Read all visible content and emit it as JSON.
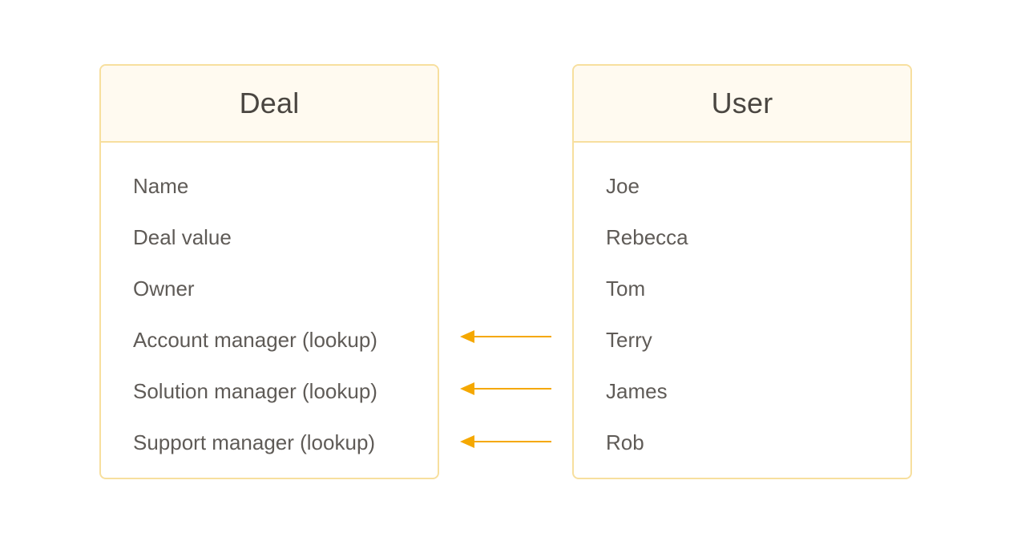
{
  "deal_table": {
    "title": "Deal",
    "fields": [
      "Name",
      "Deal value",
      "Owner",
      "Account manager (lookup)",
      "Solution manager (lookup)",
      "Support manager (lookup)"
    ]
  },
  "user_table": {
    "title": "User",
    "records": [
      "Joe",
      "Rebecca",
      "Tom",
      "Terry",
      "James",
      "Rob"
    ]
  },
  "relations": [
    {
      "from": "Terry",
      "to": "Account manager (lookup)"
    },
    {
      "from": "James",
      "to": "Solution manager (lookup)"
    },
    {
      "from": "Rob",
      "to": "Support manager (lookup)"
    }
  ],
  "colors": {
    "border": "#f7df9e",
    "header_bg": "#fffaf0",
    "arrow": "#f5a800",
    "title_text": "#4a4641",
    "body_text": "#5f5b57"
  }
}
